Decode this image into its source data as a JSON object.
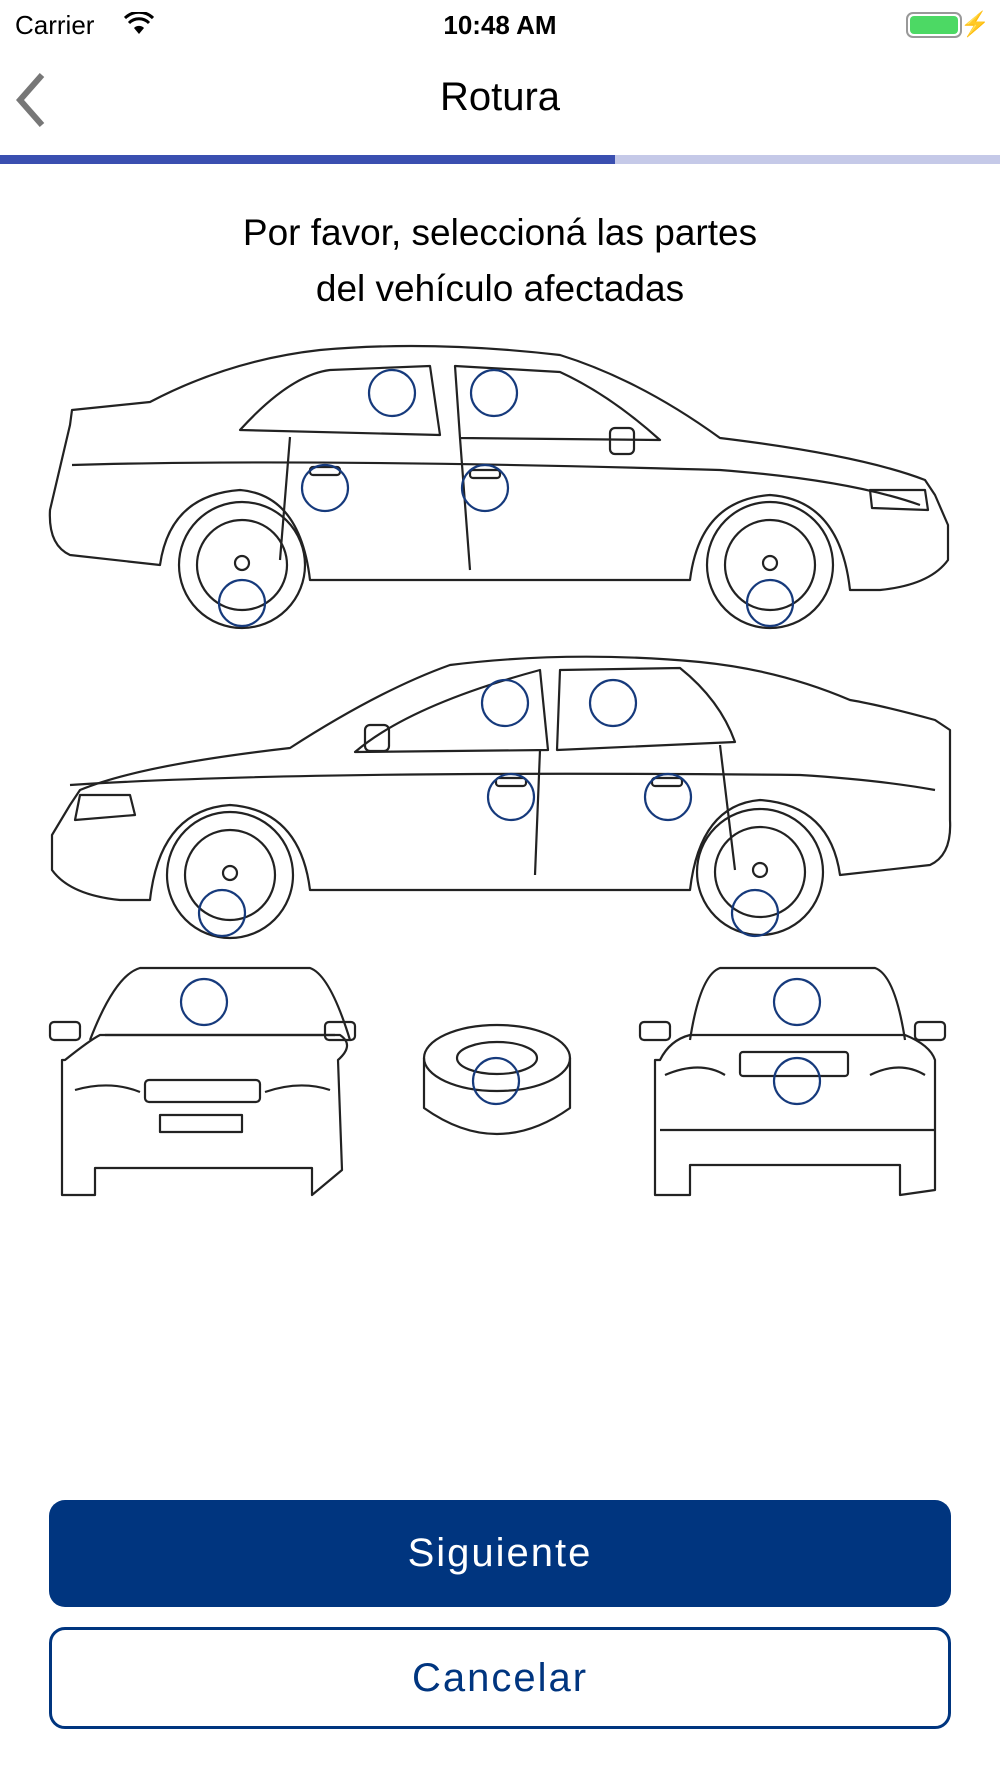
{
  "status_bar": {
    "carrier": "Carrier",
    "time": "10:48 AM",
    "battery_percent": 100
  },
  "nav": {
    "title": "Rotura"
  },
  "progress": {
    "percent": 61.5,
    "fill_color": "#3a4fb0",
    "track_color": "#c5c9e8"
  },
  "instruction": {
    "line1": "Por favor, seleccioná las partes",
    "line2": "del vehículo afectadas"
  },
  "buttons": {
    "next": "Siguiente",
    "cancel": "Cancelar"
  },
  "colors": {
    "primary": "#00357f",
    "selector": "#163a7c"
  }
}
